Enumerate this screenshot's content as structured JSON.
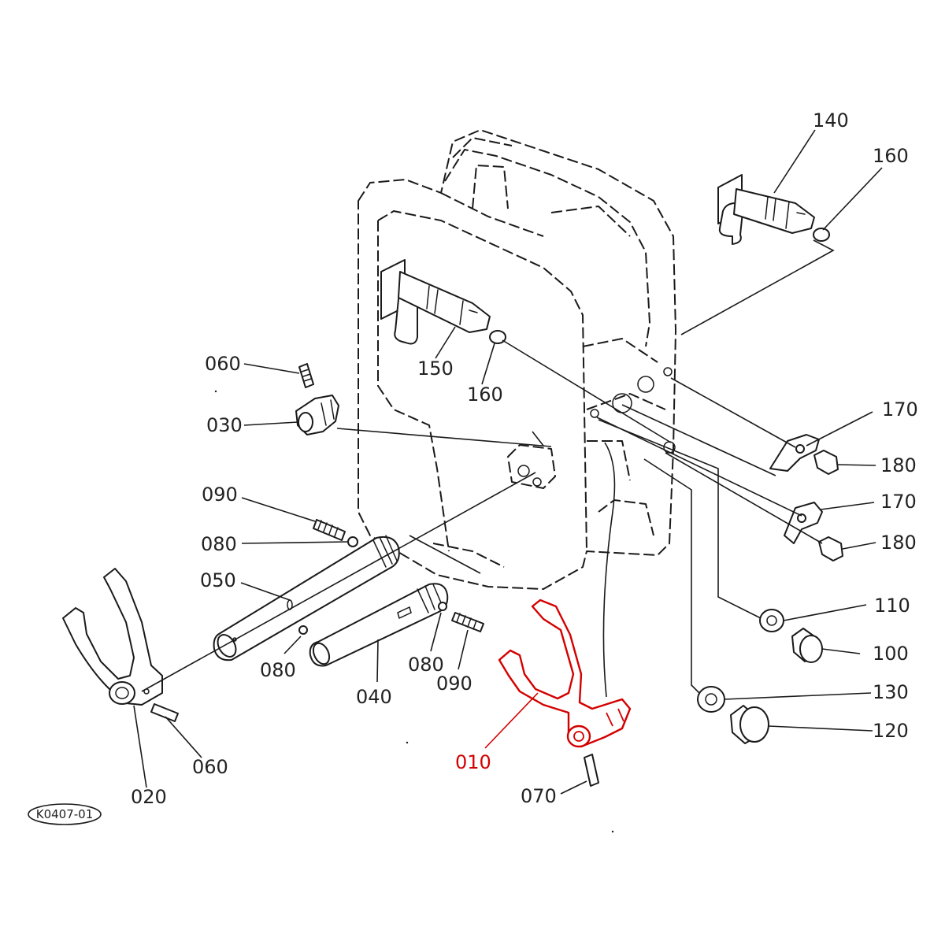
{
  "figure_code": "K0407-01",
  "colors": {
    "line": "#1a1a1a",
    "highlight": "#d40000",
    "background": "#ffffff"
  },
  "highlighted_part": "010",
  "labels": {
    "p140": "140",
    "p160_top": "160",
    "p150": "150",
    "p160_mid": "160",
    "p060_top": "060",
    "p030": "030",
    "p170_top": "170",
    "p180_top": "180",
    "p170_bottom": "170",
    "p180_bottom": "180",
    "p090_left": "090",
    "p080_left": "080",
    "p050": "050",
    "p080_mid": "080",
    "p040": "040",
    "p080_right": "080",
    "p090_right": "090",
    "p110": "110",
    "p100": "100",
    "p130": "130",
    "p120": "120",
    "p010": "010",
    "p070": "070",
    "p060_bottom": "060",
    "p020": "020"
  }
}
